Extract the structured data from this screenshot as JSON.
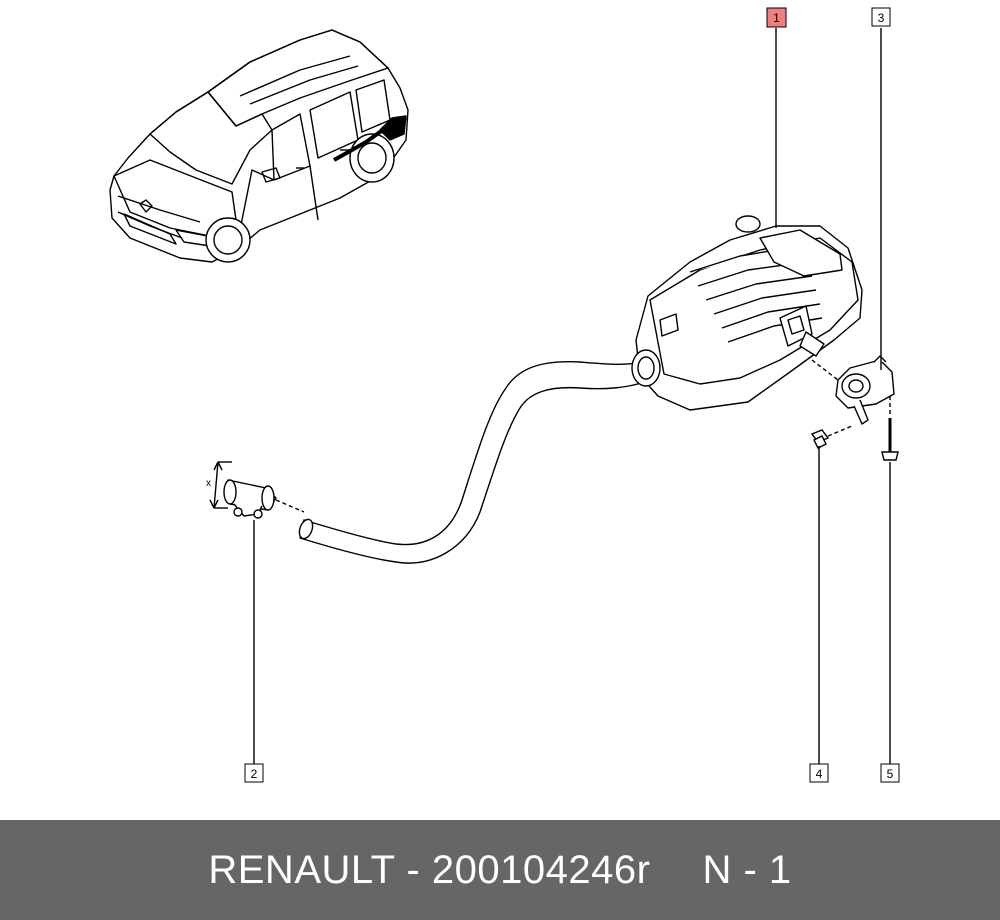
{
  "diagram": {
    "callouts": [
      {
        "id": "callout-1",
        "label": "1",
        "highlighted": true
      },
      {
        "id": "callout-2",
        "label": "2",
        "highlighted": false
      },
      {
        "id": "callout-3",
        "label": "3",
        "highlighted": false
      },
      {
        "id": "callout-4",
        "label": "4",
        "highlighted": false
      },
      {
        "id": "callout-5",
        "label": "5",
        "highlighted": false
      }
    ],
    "dimension_label": "x",
    "colors": {
      "highlight_fill": "#f08080",
      "line": "#000000",
      "footer_bg": "#666666",
      "footer_text": "#ffffff"
    }
  },
  "footer": {
    "brand_part": "RENAULT - 200104246r",
    "quantity": "N - 1"
  }
}
